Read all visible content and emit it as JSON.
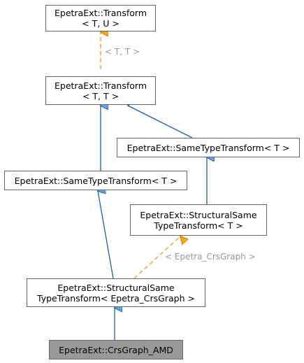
{
  "diagram": {
    "nodes": {
      "transform_tu": {
        "line1": "EpetraExt::Transform",
        "line2": "< T, U >"
      },
      "transform_tt": {
        "line1": "EpetraExt::Transform",
        "line2": "< T, T >"
      },
      "same_type_right": {
        "line1": "EpetraExt::SameTypeTransform< T >"
      },
      "same_type_left": {
        "line1": "EpetraExt::SameTypeTransform< T >"
      },
      "structural_same_t": {
        "line1": "EpetraExt::StructuralSame",
        "line2": "TypeTransform< T >"
      },
      "structural_same_crs": {
        "line1": "EpetraExt::StructuralSame",
        "line2": "TypeTransform< Epetra_CrsGraph >"
      },
      "crsgraph_amd": {
        "line1": "EpetraExt::CrsGraph_AMD"
      }
    },
    "edge_labels": {
      "template_tt": "< T, T >",
      "template_crs": "< Epetra_CrsGraph >"
    },
    "colors": {
      "inheritance": "#63a3e6",
      "template": "#f5a623",
      "current_node_fill": "#999999"
    }
  }
}
